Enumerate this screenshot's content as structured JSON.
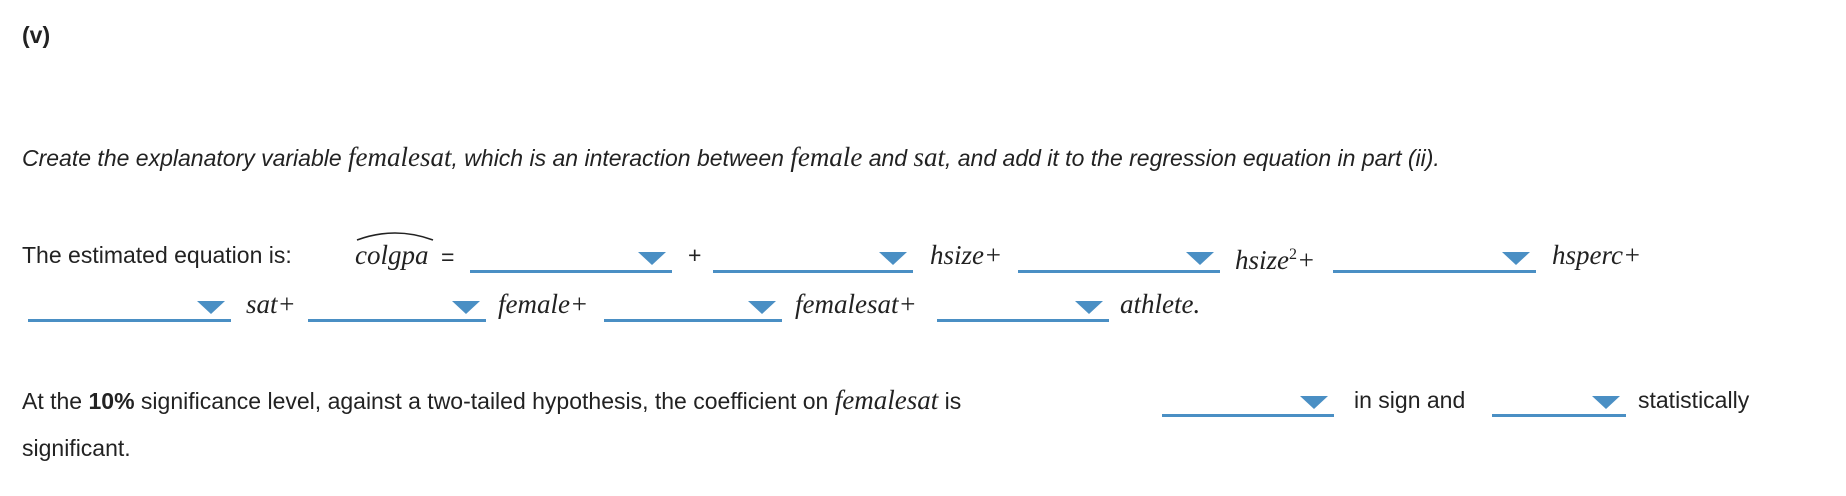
{
  "part_label": "(v)",
  "instruction": {
    "pre": "Create the explanatory variable ",
    "var_new": "femalesat",
    "mid1": ", which is an interaction between ",
    "var_female": "female",
    "and": " and ",
    "var_sat": "sat",
    "post": ", and add it to the regression equation in part (ii)."
  },
  "equation": {
    "intro": "The estimated equation is: ",
    "lhs": "colgpa",
    "equals": "=",
    "plus": "+",
    "terms": [
      "hsize+",
      "hsize",
      "+",
      "hsperc+",
      "sat+",
      "female+",
      "femalesat+",
      "athlete."
    ],
    "square": "2"
  },
  "conclusion": {
    "pre": "At the ",
    "level": "10%",
    "mid": " significance level, against a two-tailed hypothesis, the coefficient on ",
    "var": "femalesat",
    "is": " is",
    "in_sign": "in sign and",
    "post": "statistically",
    "tail": "significant."
  },
  "colors": {
    "accent": "#4a8fc4",
    "text": "#222222"
  },
  "icons": {
    "dropdown": "triangle-down-icon"
  }
}
